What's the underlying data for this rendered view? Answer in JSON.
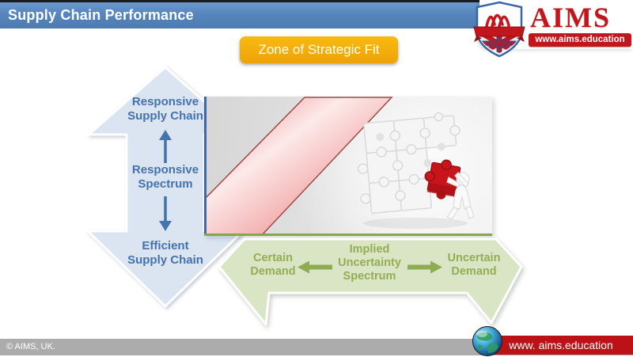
{
  "header": {
    "title": "Supply Chain Performance"
  },
  "logo": {
    "name": "AIMS",
    "website": "www.aims.education"
  },
  "badge": {
    "label": "Zone of Strategic Fit"
  },
  "diagram": {
    "vertical_axis": {
      "top_label": "Responsive\nSupply Chain",
      "middle_label": "Responsive\nSpectrum",
      "bottom_label": "Efficient\nSupply Chain"
    },
    "horizontal_axis": {
      "left_label": "Certain\nDemand",
      "middle_label": "Implied\nUncertainty\nSpectrum",
      "right_label": "Uncertain\nDemand"
    }
  },
  "footer": {
    "copyright": "© AIMS, UK.",
    "website": "www. aims.education"
  },
  "icons": {
    "aims-crest-icon": "shield-with-red-ribbon",
    "globe-icon": "earth-globe",
    "up-arrow-icon": "↑",
    "down-arrow-icon": "↓",
    "left-arrow-icon": "←",
    "right-arrow-icon": "→",
    "puzzle-illustration": "puzzle-pieces-with-red-piece-and-figure"
  },
  "colors": {
    "header_bar": "#5585bc",
    "badge": "#f2ab0c",
    "vertical_arrow_fill": "#dbe4f1",
    "vertical_text": "#4473ab",
    "horizontal_arrow_fill": "#d9e5c4",
    "horizontal_text": "#93ae53",
    "strategic_fit_band": "#f09c9c",
    "band_border": "#a04b45",
    "axis_vertical": "#3e68a6",
    "axis_horizontal": "#85a746",
    "brand_red": "#c3161c",
    "footer_gray": "#acacac",
    "footer_red": "#bc1217"
  }
}
